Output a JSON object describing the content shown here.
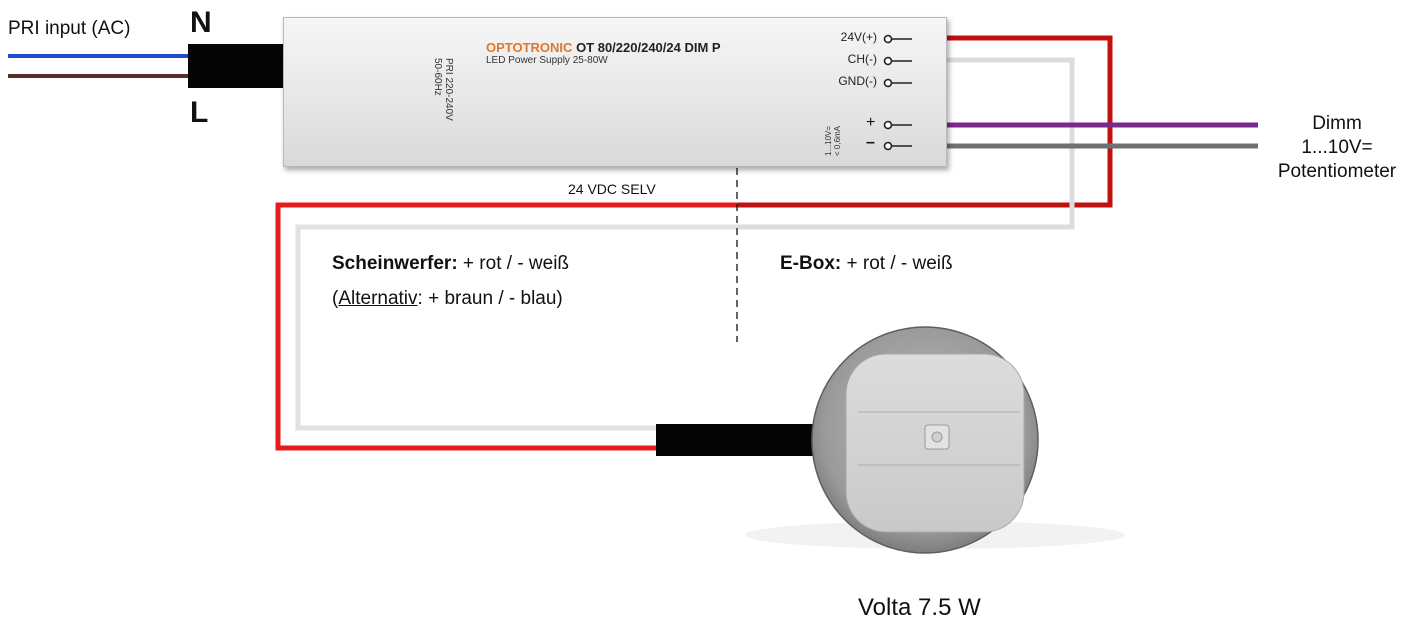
{
  "input": {
    "label": "PRI input (AC)",
    "n": "N",
    "l": "L"
  },
  "psu": {
    "brand": "OPTOTRONIC",
    "model": "OT 80/220/240/24 DIM P",
    "subtitle": "LED Power Supply 25-80W",
    "rating_line1": "PRI 220-240V",
    "rating_line2": "50-60Hz",
    "terminals": [
      "24V(+)",
      "CH(-)",
      "GND(-)"
    ],
    "dim_plus": "+",
    "dim_minus": "–",
    "dim_spec_line1": "1...10V=",
    "dim_spec_line2": "< 0,6mA"
  },
  "selv": "24 VDC SELV",
  "dimm": {
    "line1": "Dimm",
    "line2": "1...10V=",
    "line3": "Potentiometer"
  },
  "scheinwerfer": {
    "bold": "Scheinwerfer:",
    "rest": " + rot / - weiß",
    "alt_open": "(",
    "alt_word": "Alternativ",
    "alt_rest": ": + braun / - blau)"
  },
  "ebox": {
    "bold": "E-Box:",
    "rest": " + rot / - weiß"
  },
  "lamp": {
    "label": "Volta 7.5 W"
  },
  "colors": {
    "red": "#e51c1c",
    "white_wire": "#e2e2e2",
    "purple": "#7a2a8c",
    "grey": "#707070",
    "blue": "#1f4bd1",
    "brown": "#5b2e2a"
  }
}
